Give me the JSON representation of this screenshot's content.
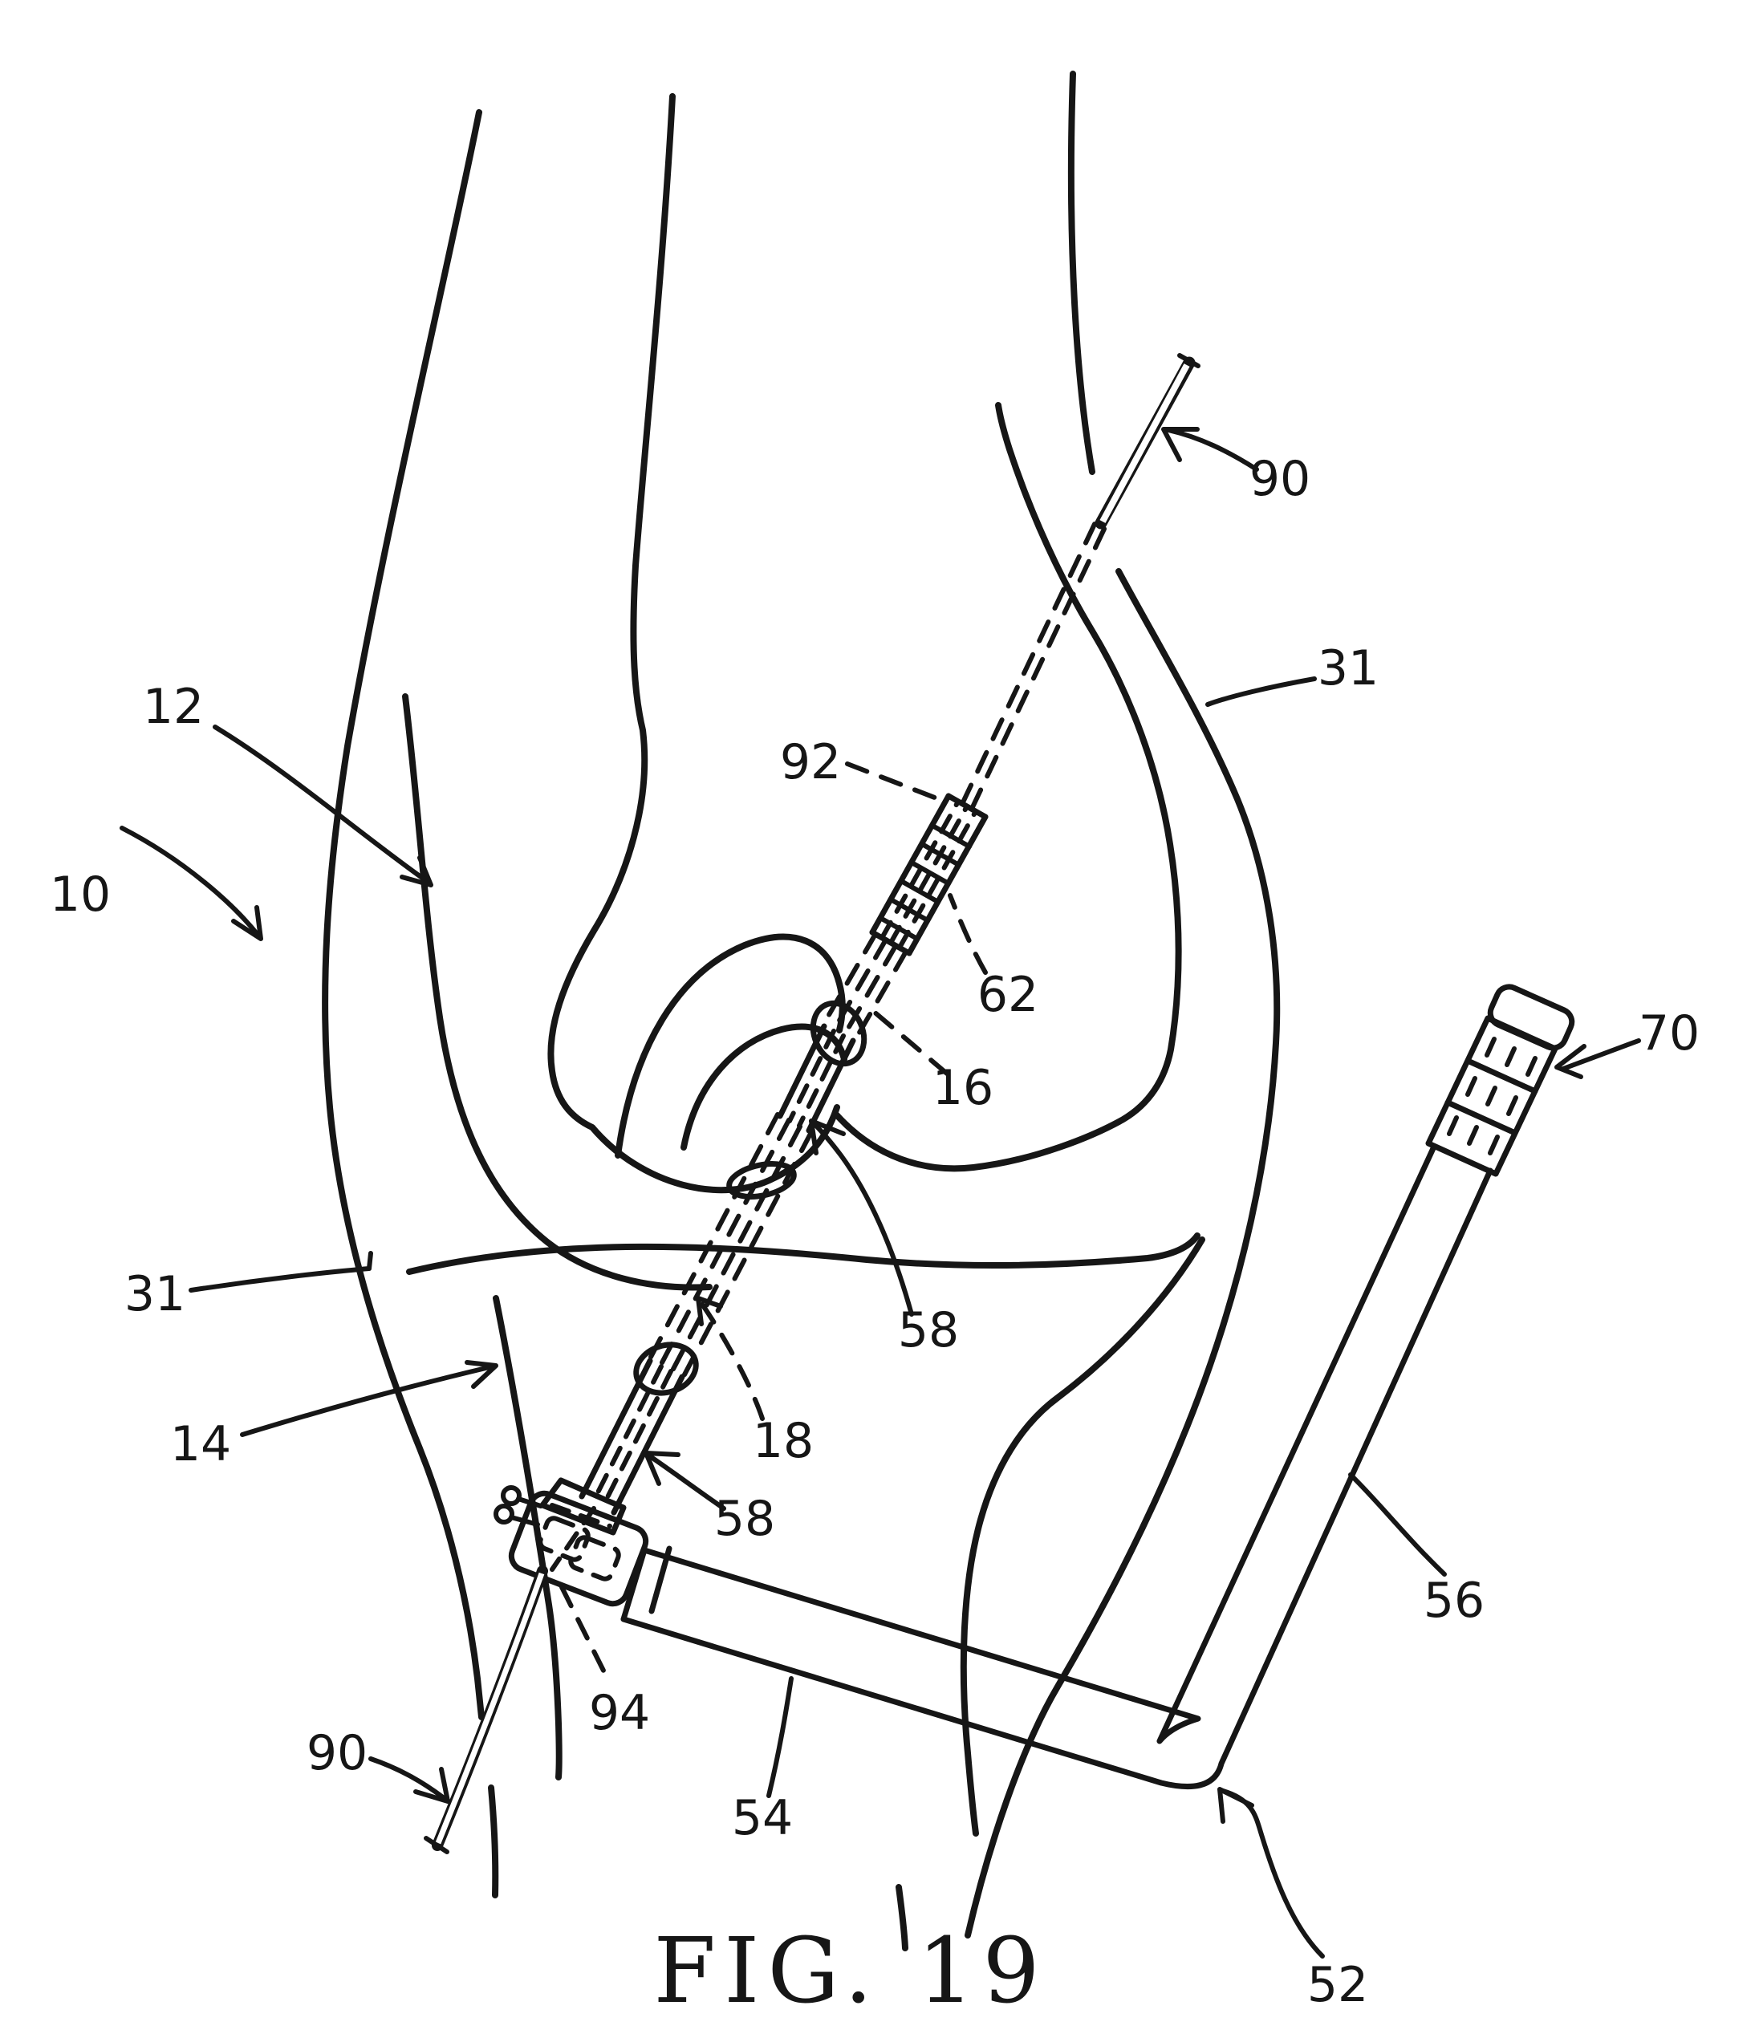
{
  "figure": {
    "caption": "FIG. 19",
    "ink_color": "#161616",
    "background_color": "#ffffff"
  },
  "labels": {
    "refs": [
      {
        "id": "ref-10",
        "text": "10"
      },
      {
        "id": "ref-12",
        "text": "12"
      },
      {
        "id": "ref-14",
        "text": "14"
      },
      {
        "id": "ref-16",
        "text": "16"
      },
      {
        "id": "ref-18",
        "text": "18"
      },
      {
        "id": "ref-31-left",
        "text": "31"
      },
      {
        "id": "ref-31-right",
        "text": "31"
      },
      {
        "id": "ref-52",
        "text": "52"
      },
      {
        "id": "ref-54",
        "text": "54"
      },
      {
        "id": "ref-56",
        "text": "56"
      },
      {
        "id": "ref-58-upper",
        "text": "58"
      },
      {
        "id": "ref-58-lower",
        "text": "58"
      },
      {
        "id": "ref-62",
        "text": "62"
      },
      {
        "id": "ref-70",
        "text": "70"
      },
      {
        "id": "ref-90-top",
        "text": "90"
      },
      {
        "id": "ref-90-bottom",
        "text": "90"
      },
      {
        "id": "ref-92",
        "text": "92"
      },
      {
        "id": "ref-94",
        "text": "94"
      }
    ]
  }
}
